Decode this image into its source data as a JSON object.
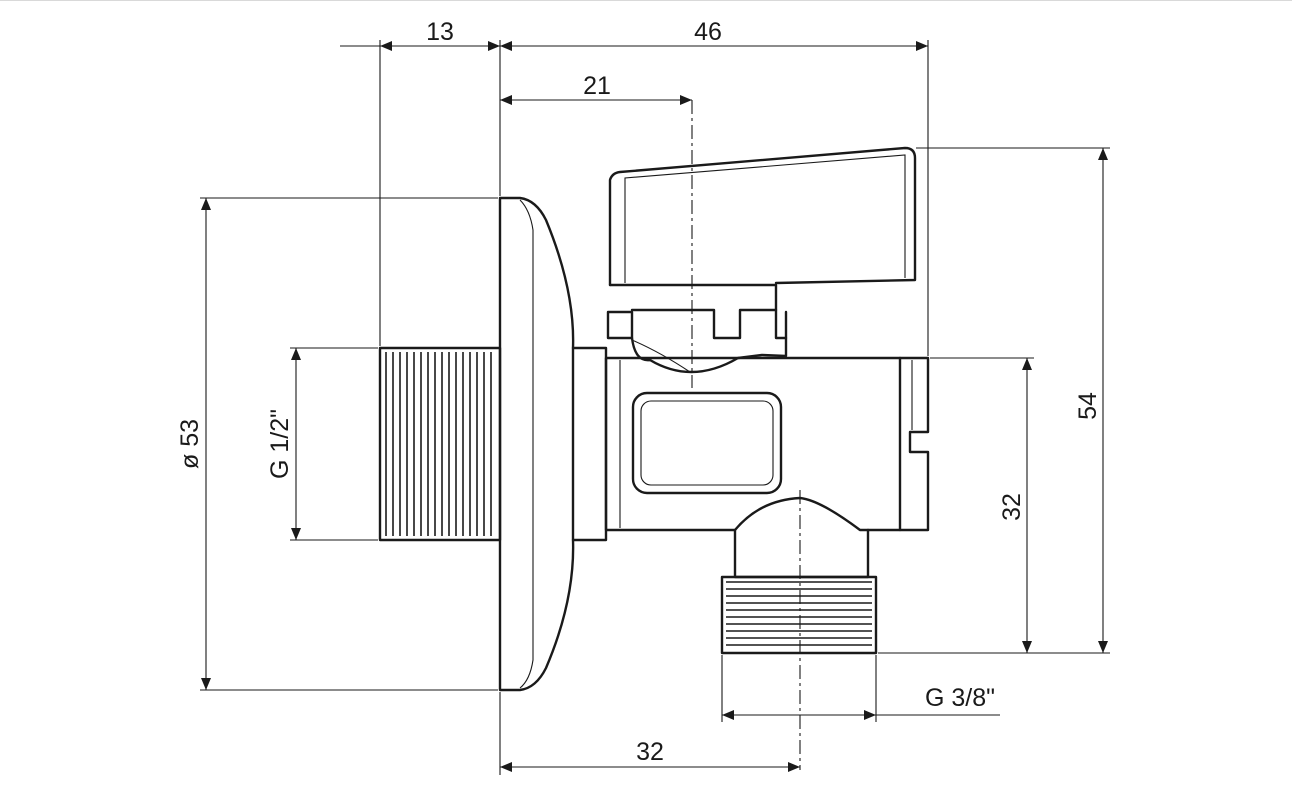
{
  "dimensions": {
    "flange_thickness": "13",
    "overall_length": "46",
    "handle_axis_offset": "21",
    "flange_diameter": "ø 53",
    "inlet_thread": "G 1/2\"",
    "outlet_axis_height": "32",
    "overall_height": "54",
    "outlet_thread": "G 3/8\"",
    "outlet_axis_offset": "32"
  },
  "colors": {
    "line": "#1a1a1a",
    "background": "#ffffff"
  }
}
